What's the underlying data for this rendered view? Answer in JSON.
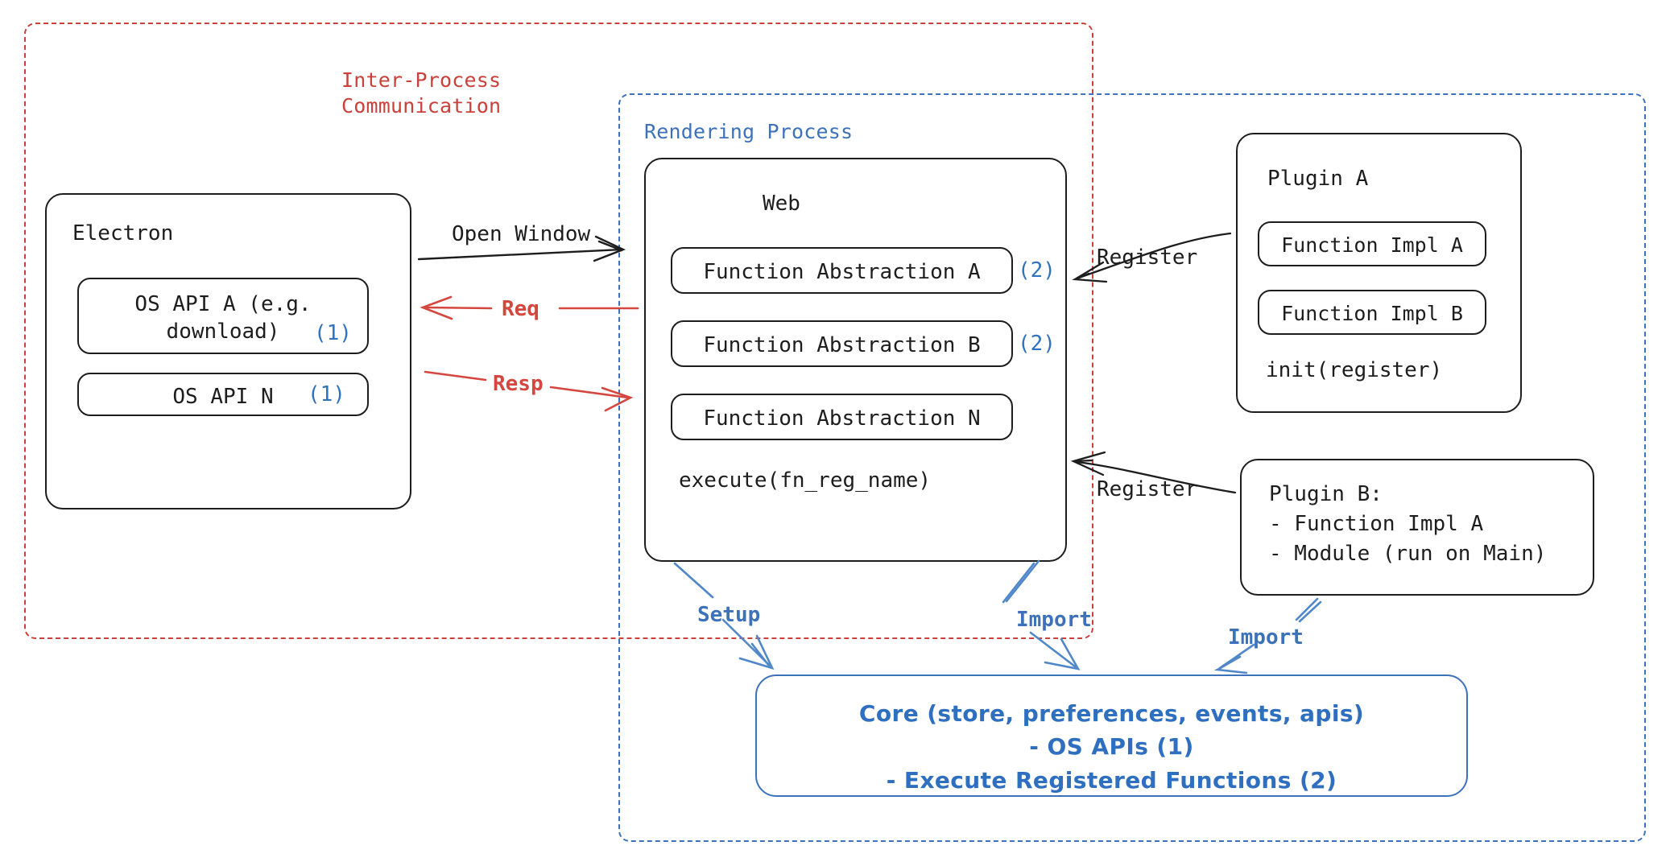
{
  "diagram": {
    "title": "Electron plugin architecture",
    "colors": {
      "red": "#c9413a",
      "blue": "#3d72ba",
      "ink": "#1d1d1d",
      "tag_blue": "#2f72bd"
    }
  },
  "regions": {
    "ipc": {
      "label": "Inter-Process\nCommunication"
    },
    "rendering": {
      "label": "Rendering Process"
    }
  },
  "electron": {
    "title": "Electron",
    "apis": [
      {
        "label": "OS API A (e.g.\ndownload)",
        "tag": "(1)"
      },
      {
        "label": "OS API N",
        "tag": "(1)"
      }
    ]
  },
  "web": {
    "title": "Web",
    "abstractions": [
      {
        "label": "Function Abstraction A",
        "tag": "(2)"
      },
      {
        "label": "Function Abstraction B",
        "tag": "(2)"
      },
      {
        "label": "Function Abstraction N",
        "tag": ""
      }
    ],
    "footer": "execute(fn_reg_name)"
  },
  "plugin_a": {
    "title": "Plugin A",
    "impls": [
      {
        "label": "Function Impl A"
      },
      {
        "label": "Function Impl B"
      }
    ],
    "footer": "init(register)"
  },
  "plugin_b": {
    "text": "Plugin B:\n- Function Impl A\n- Module (run on Main)"
  },
  "core": {
    "text": "Core (store, preferences, events, apis)\n- OS APIs (1)\n- Execute Registered Functions (2)"
  },
  "edges": {
    "open_window": "Open Window",
    "req": "Req",
    "resp": "Resp",
    "register_a": "Register",
    "register_b": "Register",
    "setup": "Setup",
    "import_web": "Import",
    "import_plugin_b": "Import"
  }
}
